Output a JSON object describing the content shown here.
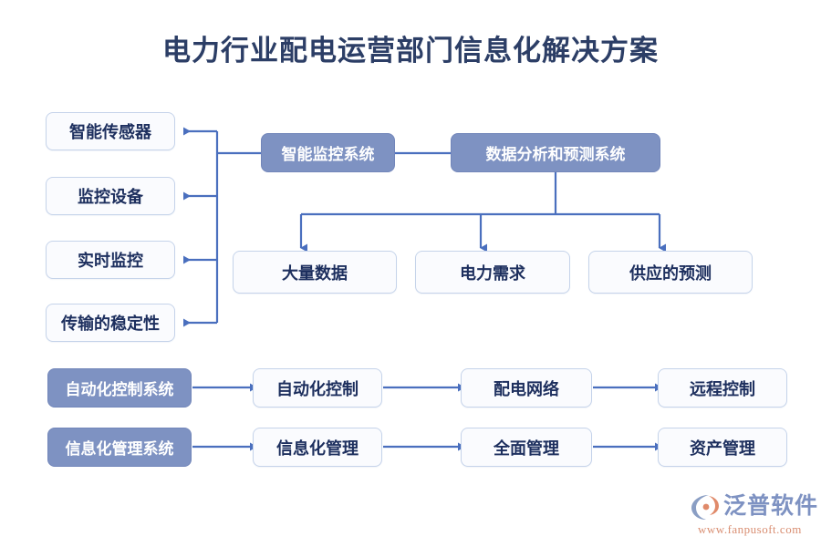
{
  "page": {
    "title": "电力行业配电运营部门信息化解决方案",
    "background_color": "#ffffff",
    "title_color": "#2c3e66",
    "accent_fill": "#7e92c2",
    "light_fill": "#fafbfe",
    "light_border": "#c5d3ea",
    "connector_color": "#4a6fbe"
  },
  "diagram": {
    "monitoring_branch": {
      "root": {
        "label": "智能监控系统",
        "style": "filled"
      },
      "outputs": [
        {
          "label": "智能传感器",
          "style": "light"
        },
        {
          "label": "监控设备",
          "style": "light"
        },
        {
          "label": "实时监控",
          "style": "light"
        },
        {
          "label": "传输的稳定性",
          "style": "light"
        }
      ]
    },
    "analytics_branch": {
      "root": {
        "label": "数据分析和预测系统",
        "style": "filled"
      },
      "outputs": [
        {
          "label": "大量数据",
          "style": "light"
        },
        {
          "label": "电力需求",
          "style": "light"
        },
        {
          "label": "供应的预测",
          "style": "light"
        }
      ]
    },
    "automation_chain": {
      "root": {
        "label": "自动化控制系统",
        "style": "filled"
      },
      "steps": [
        {
          "label": "自动化控制",
          "style": "light"
        },
        {
          "label": "配电网络",
          "style": "light"
        },
        {
          "label": "远程控制",
          "style": "light"
        }
      ]
    },
    "information_chain": {
      "root": {
        "label": "信息化管理系统",
        "style": "filled"
      },
      "steps": [
        {
          "label": "信息化管理",
          "style": "light"
        },
        {
          "label": "全面管理",
          "style": "light"
        },
        {
          "label": "资产管理",
          "style": "light"
        }
      ]
    }
  },
  "logo": {
    "brand": "泛普软件",
    "url": "www.fanpusoft.com",
    "brand_color": "#7e92c2",
    "url_color": "#d98e72",
    "mark_accent": "#e08a6a"
  }
}
